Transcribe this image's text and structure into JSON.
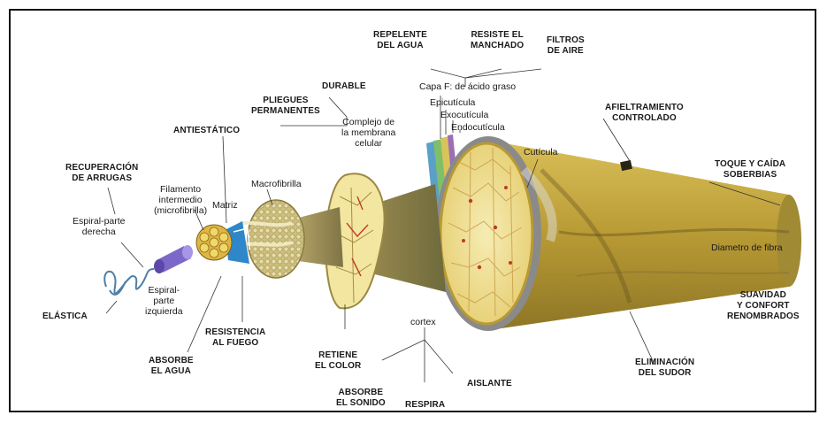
{
  "diagram": {
    "labels": {
      "repelente": "REPELENTE\nDEL AGUA",
      "resiste": "RESISTE EL\nMANCHADO",
      "filtros": "FILTROS\nDE AIRE",
      "capa_f": "Capa F: de ácido graso",
      "epicuticula": "Epicutícula",
      "exocuticula": "Exocutícula",
      "endocuticula": "Endocutícula",
      "cuticula": "Cutícula",
      "durable": "DURABLE",
      "pliegues": "PLIEGUES\nPERMANENTES",
      "complejo": "Complejo de\nla membrana\ncelular",
      "antiestatico": "ANTIESTÁTICO",
      "afieltramiento": "AFIELTRAMIENTO\nCONTROLADO",
      "toque": "TOQUE Y CAÍDA\nSOBERBIAS",
      "diametro": "Diametro de fibra",
      "suavidad": "SUAVIDAD\nY CONFORT\nRENOMBRADOS",
      "recuperacion": "RECUPERACIÓN\nDE ARRUGAS",
      "espiral_der": "Espiral-parte\nderecha",
      "filamento": "Filamento\nintermedio\n(microfibrilla)",
      "matriz": "Matriz",
      "macrofibrilla": "Macrofibrilla",
      "elastica": "ELÁSTICA",
      "espiral_izq": "Espiral-\nparte\nizquierda",
      "resistencia": "RESISTENCIA\nAL FUEGO",
      "absorbe_agua": "ABSORBE\nEL AGUA",
      "retiene": "RETIENE\nEL COLOR",
      "cortex": "cortex",
      "absorbe_sonido": "ABSORBE\nEL SONIDO",
      "respira": "RESPIRA",
      "aislante": "AISLANTE",
      "eliminacion": "ELIMINACIÓN\nDEL SUDOR"
    },
    "colors": {
      "fiber_outer": "#c2a53c",
      "fiber_dark": "#7a6a2a",
      "cortex_fill": "#f3e6a0",
      "cell_red": "#c0392b",
      "spiral_blue": "#4f7fa6",
      "filament_purple": "#7b68c9",
      "matrix_blue": "#2f86c9",
      "macro_fill": "#d6c98c"
    }
  }
}
